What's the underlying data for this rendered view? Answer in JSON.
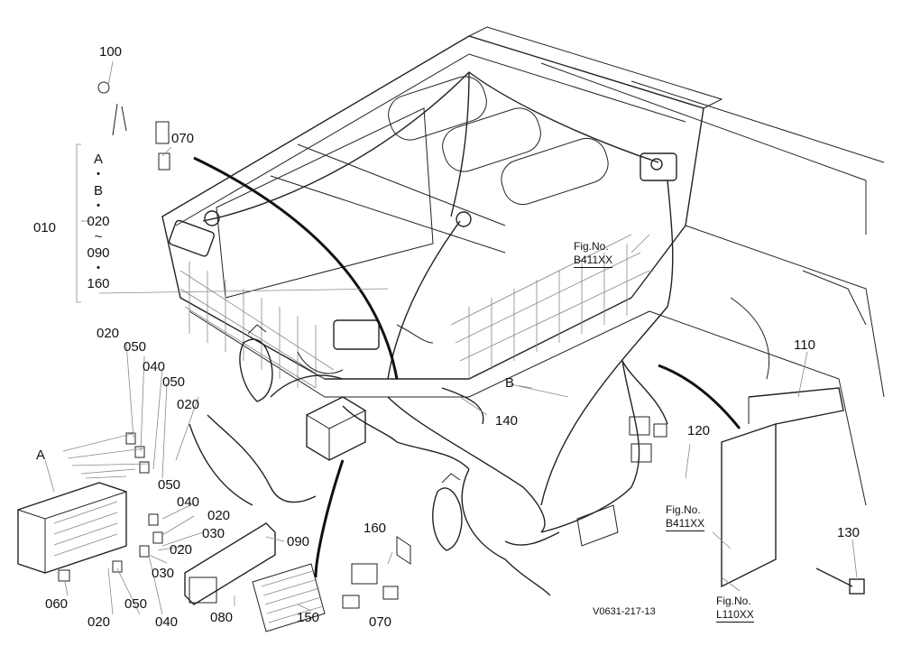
{
  "callouts": {
    "p100": "100",
    "p070_top": "070",
    "p010": "010",
    "p020_a": "020",
    "p050_a": "050",
    "p040_a": "040",
    "p050_b": "050",
    "p020_b": "020",
    "pA": "A",
    "p050_c": "050",
    "p040_b": "040",
    "p020_c": "020",
    "p030_a": "030",
    "p020_d": "020",
    "p030_b": "030",
    "p060": "060",
    "p020_e": "020",
    "p050_d": "050",
    "p040_c": "040",
    "p080": "080",
    "p090": "090",
    "p150": "150",
    "p160": "160",
    "p070_bottom": "070",
    "p140": "140",
    "pB": "B",
    "p110": "110",
    "p120": "120",
    "p130": "130"
  },
  "set_list": [
    "A",
    "・",
    "B",
    "・",
    "020",
    "~",
    "090",
    "・",
    "160"
  ],
  "figure_refs": [
    {
      "label": "Fig.No.",
      "number": "B411XX"
    },
    {
      "label": "Fig.No.",
      "number": "B411XX"
    },
    {
      "label": "Fig.No.",
      "number": "L110XX"
    }
  ],
  "drawing_code": "V0631-217-13"
}
